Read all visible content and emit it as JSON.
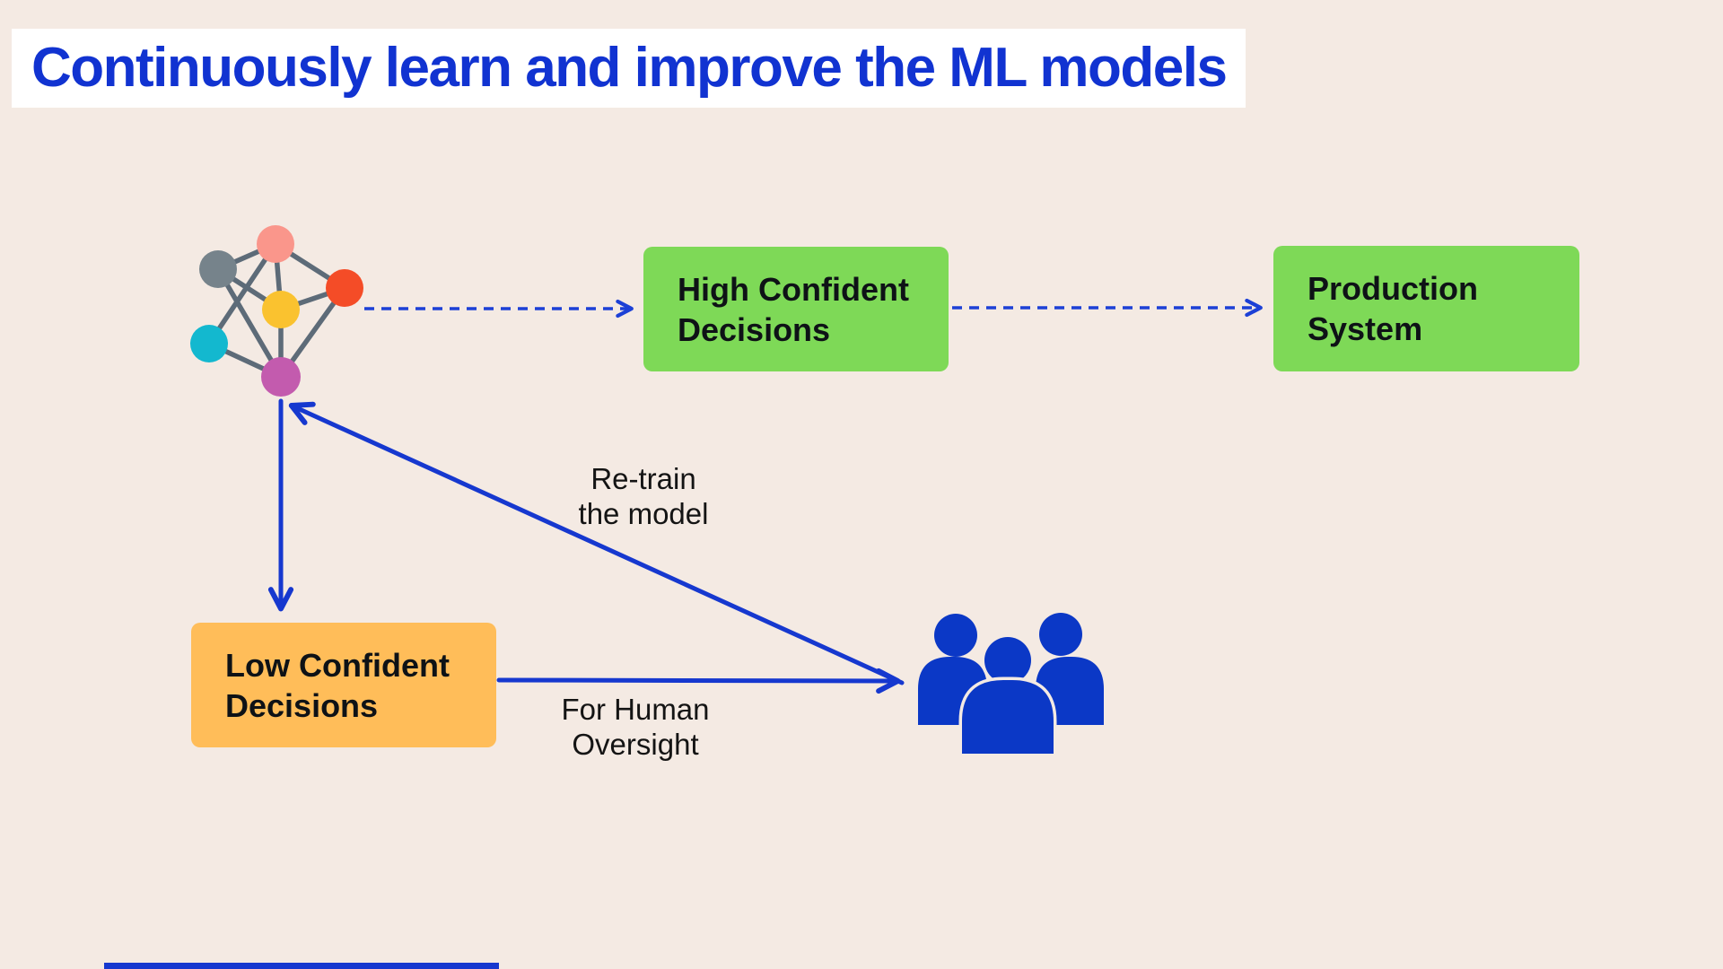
{
  "title": {
    "text": "Continuously learn and improve the ML models"
  },
  "boxes": {
    "high_confident": {
      "lines": [
        "High Confident",
        "Decisions"
      ]
    },
    "production": {
      "lines": [
        "Production",
        "System"
      ]
    },
    "low_confident": {
      "lines": [
        "Low Confident",
        "Decisions"
      ]
    }
  },
  "labels": {
    "retrain": {
      "lines": [
        "Re-train",
        "the model"
      ]
    },
    "oversight": {
      "lines": [
        "For Human",
        "Oversight"
      ]
    }
  },
  "icons": {
    "neural_network": "ml-model-network-icon",
    "people": "human-oversight-people-icon"
  },
  "colors": {
    "background": "#F4EAE3",
    "title_bg": "#FFFFFF",
    "title_text": "#1133D1",
    "arrow_blue": "#1638CF",
    "dash_blue": "#1C40D6",
    "green_box": "#7ED957",
    "orange_box": "#FFBD59",
    "box_text": "#0E1216",
    "label_text": "#141414",
    "edge_gray": "#5D6B78",
    "people_blue": "#0B38C6",
    "node_salmon": "#FA968B",
    "node_gray": "#76838B",
    "node_red": "#F44C27",
    "node_yellow": "#FAC22F",
    "node_teal": "#13B8CF",
    "node_purple": "#C35BAE"
  }
}
